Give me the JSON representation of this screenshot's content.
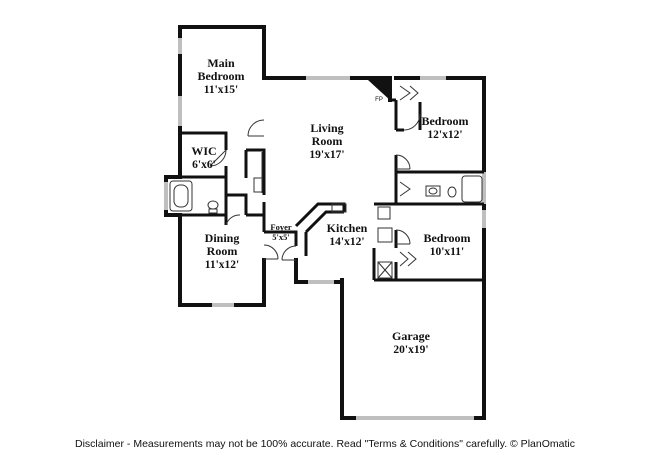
{
  "rooms": {
    "main_bedroom": {
      "name_line1": "Main",
      "name_line2": "Bedroom",
      "size": "11'x15'"
    },
    "wic": {
      "name": "WIC",
      "size": "6'x6'"
    },
    "living_room": {
      "name_line1": "Living",
      "name_line2": "Room",
      "size": "19'x17'"
    },
    "bedroom_2": {
      "name": "Bedroom",
      "size": "12'x12'"
    },
    "dining_room": {
      "name_line1": "Dining",
      "name_line2": "Room",
      "size": "11'x12'"
    },
    "foyer": {
      "name": "Foyer",
      "size": "5'x5'"
    },
    "kitchen": {
      "name": "Kitchen",
      "size": "14'x12'"
    },
    "bedroom_3": {
      "name": "Bedroom",
      "size": "10'x11'"
    },
    "garage": {
      "name": "Garage",
      "size": "20'x19'"
    }
  },
  "fireplace_label": "FP",
  "disclaimer": "Disclaimer - Measurements may not be 100% accurate. Read \"Terms & Conditions\" carefully. © PlanOmatic",
  "colors": {
    "wall": "#111111",
    "window": "#bfbfbf",
    "line": "#333333"
  }
}
